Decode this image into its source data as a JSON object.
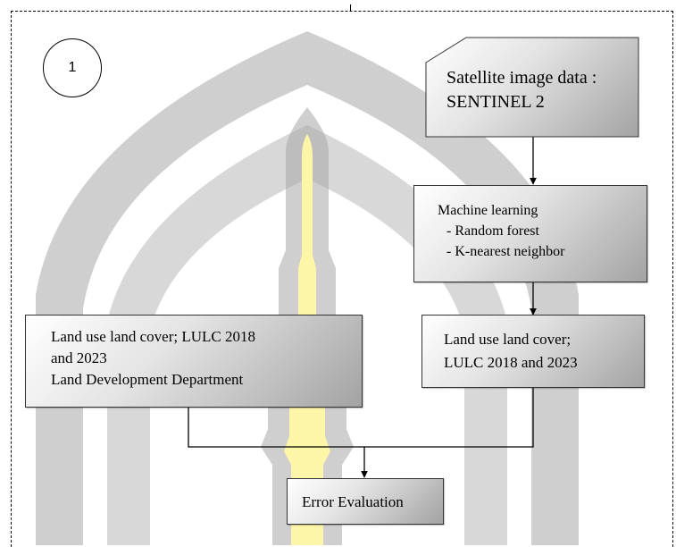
{
  "step_number": "1",
  "nodes": {
    "satellite": {
      "lines": [
        "Satellite image data :",
        "SENTINEL 2"
      ]
    },
    "ml": {
      "lines": [
        "Machine learning",
        "- Random forest",
        "- K-nearest neighbor"
      ]
    },
    "lulc_classified": {
      "lines": [
        "Land use land cover;",
        "LULC 2018 and 2023"
      ]
    },
    "lulc_ldd": {
      "lines": [
        "Land use land cover; LULC 2018",
        "and 2023",
        "Land Development Department"
      ]
    },
    "error": {
      "lines": [
        "Error Evaluation"
      ]
    }
  },
  "colors": {
    "watermark_gray": "#a8a8a8",
    "watermark_yellow": "#fdf6a8",
    "box_light": "#ffffff",
    "box_dark": "#a3a3a3"
  }
}
